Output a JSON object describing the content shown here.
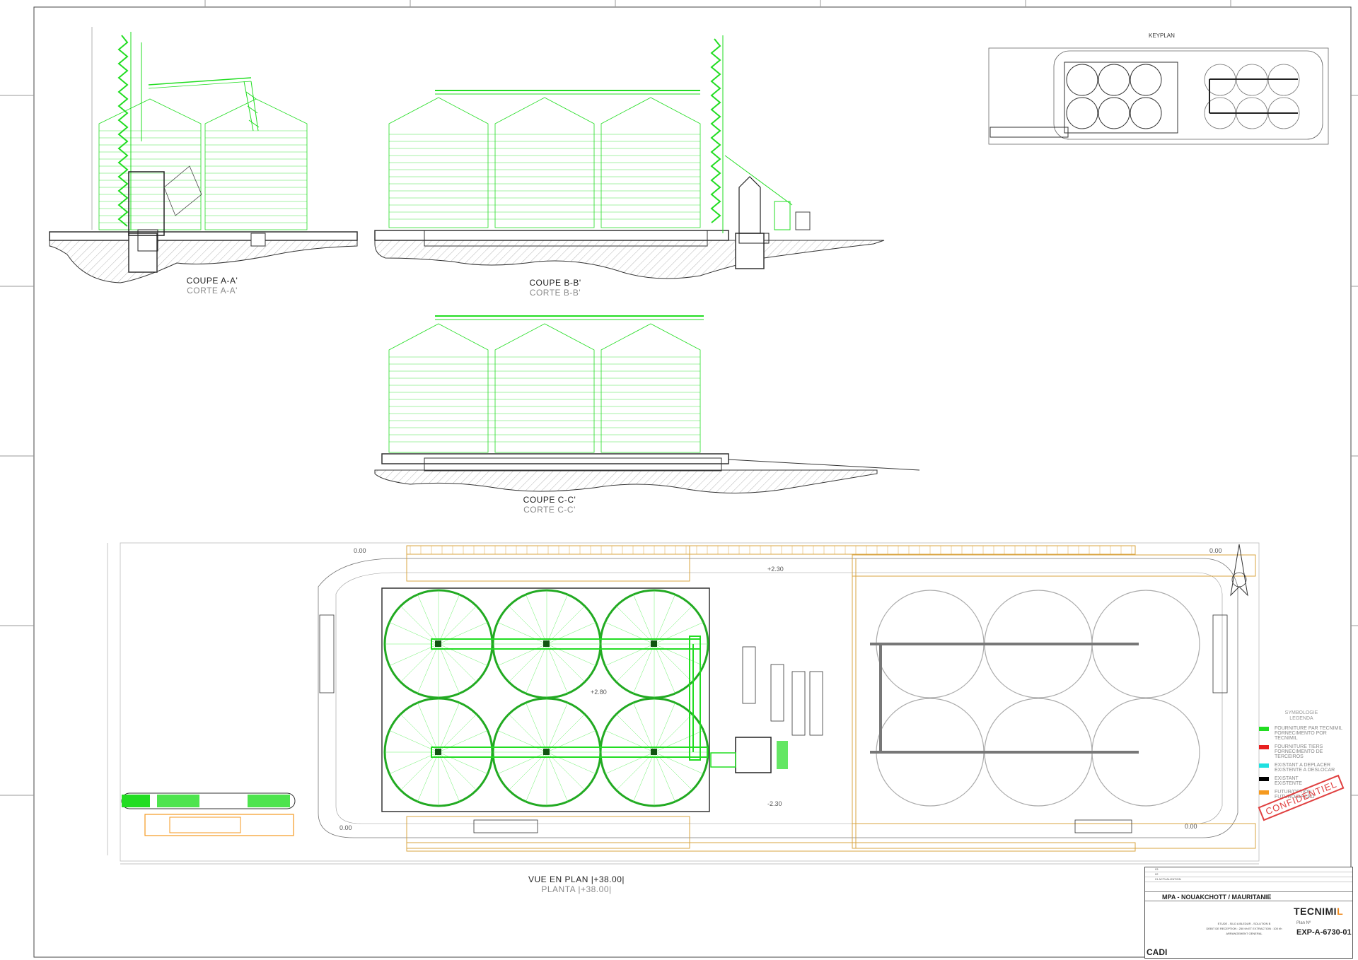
{
  "sections": {
    "a": {
      "fr": "COUPE A-A'",
      "es": "CORTE A-A'"
    },
    "b": {
      "fr": "COUPE B-B'",
      "es": "CORTE B-B'"
    },
    "c": {
      "fr": "COUPE C-C'",
      "es": "CORTE C-C'"
    }
  },
  "plan": {
    "fr": "VUE EN PLAN |+38.00|",
    "es": "PLANTA |+38.00|"
  },
  "keyplan": {
    "title": "KEYPLAN"
  },
  "levels": [
    "0.00",
    "+2.30",
    "+2.80",
    "-2.30",
    "0.00",
    "0.00",
    "0.00"
  ],
  "legend": {
    "title_fr": "SYMBOLOGIE",
    "title_es": "LEGENDA",
    "items": [
      {
        "color": "#22dd22",
        "fr": "FOURNITURE PAR TECNIMIL",
        "es": "FORNECIMENTO POR TECNIMIL"
      },
      {
        "color": "#e82020",
        "fr": "FOURNITURE TIERS",
        "es": "FORNECIMENTO DE TERCEIROS"
      },
      {
        "color": "#20e0e0",
        "fr": "EXISTANT A DEPLACER",
        "es": "EXISTENTE A DESLOCAR"
      },
      {
        "color": "#000000",
        "fr": "EXISTANT",
        "es": "EXISTENTE"
      },
      {
        "color": "#f59a20",
        "fr": "FUTUR/OPTION",
        "es": "FUTURO/OPÇÃO"
      }
    ]
  },
  "stamp": "CONFIDENTIEL",
  "titleblock": {
    "rev": [
      "03",
      "02",
      "01  ACTUALIZATION"
    ],
    "project": "MPA - NOUAKCHOTT / MAURITANIE",
    "brand_main": "TECNIMI",
    "brand_accent": "L",
    "plan_label": "Plan Nº",
    "plan_number": "EXP-A-6730-01",
    "desc": [
      "ETUDE - SILO A BLEDUR - SOLUTION B",
      "DEBIT DE RECEPTION : 250 t/h ET EXTRACTION : 100 t/h",
      "ARRANGEMENT GENERAL"
    ],
    "cadi": "CADI"
  },
  "colors": {
    "green": "#22dd22",
    "orange": "#d9a441",
    "grey": "#9a9a9a",
    "line": "#333333"
  }
}
